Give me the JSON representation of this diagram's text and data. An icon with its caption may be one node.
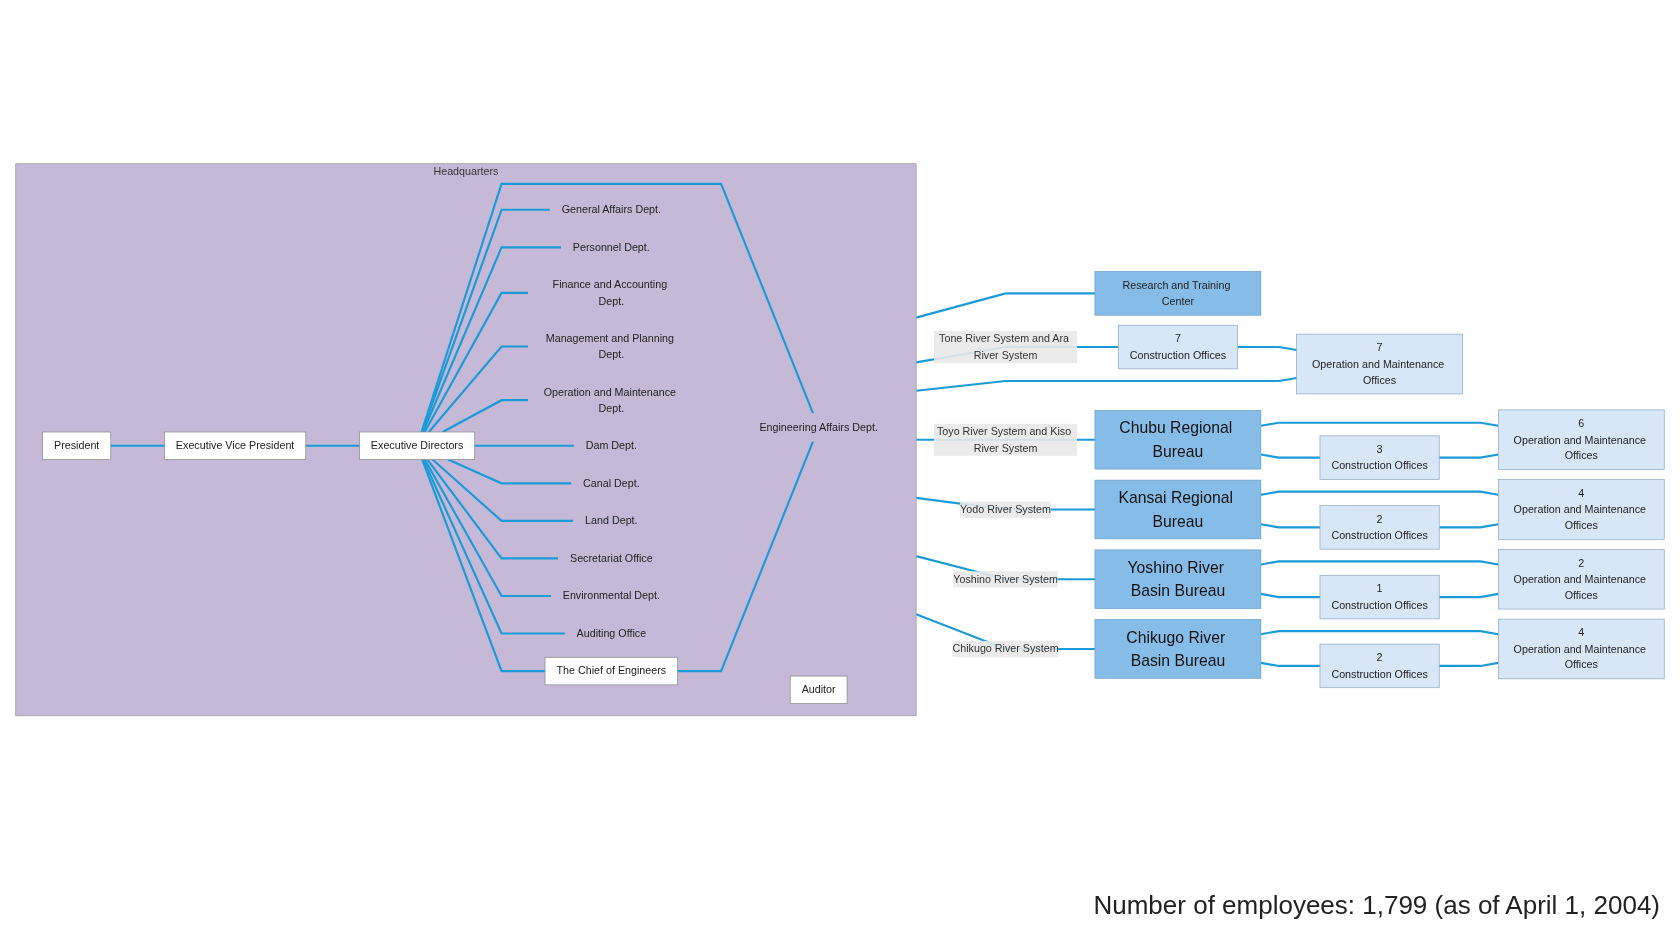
{
  "diagram": {
    "caption": "Number of employees: 1,799 (as of April 1, 2004)",
    "nodes": [
      {
        "text": [
          "Headquarters"
        ]
      },
      {
        "text": [
          "President"
        ],
        "in": 0
      },
      {
        "text": [
          "Auditor"
        ],
        "in": 0
      },
      {
        "text": [
          "Executive Vice President"
        ],
        "in": 0
      },
      {
        "text": [
          "Executive Directors"
        ],
        "in": 0
      },
      {
        "text": [
          "The Chief of Engineers"
        ],
        "in": 0
      },
      {
        "text": [
          "General Affairs Dept."
        ],
        "in": 0
      },
      {
        "text": [
          "Personnel Dept."
        ],
        "in": 0
      },
      {
        "text": [
          "Finance and Accounting Dept."
        ],
        "in": 0
      },
      {
        "text": [
          "Management and Planning Dept."
        ],
        "in": 0
      },
      {
        "text": [
          "Operation and Maintenance Dept."
        ],
        "in": 0
      },
      {
        "text": [
          "Dam Dept."
        ],
        "in": 0
      },
      {
        "text": [
          "Canal Dept."
        ],
        "in": 0
      },
      {
        "text": [
          "Land Dept."
        ],
        "in": 0
      },
      {
        "text": [
          "Secretariat Office"
        ],
        "in": 0
      },
      {
        "text": [
          "Environmental Dept."
        ],
        "in": 0
      },
      {
        "text": [
          "Engineering Affairs Dept."
        ],
        "in": 0
      },
      {
        "text": [
          "Auditing Office"
        ],
        "in": 0
      },
      {
        "text": [
          "Research and Training Center"
        ]
      },
      {
        "text": [
          "7",
          "Construction Offices"
        ]
      },
      {
        "text": [
          "7",
          "Operation and Maintenance Offices"
        ]
      },
      {
        "text": [
          "Chubu Regional Bureau"
        ]
      },
      {
        "text": [
          "3",
          "Construction Offices"
        ]
      },
      {
        "text": [
          "6",
          "Operation and Maintenance Offices"
        ]
      },
      {
        "text": [
          "Kansai Regional Bureau"
        ]
      },
      {
        "text": [
          "2",
          "Construction Offices"
        ]
      },
      {
        "text": [
          "4",
          "Operation and Maintenance Offices"
        ]
      },
      {
        "text": [
          "Yoshino River Basin Bureau"
        ]
      },
      {
        "text": [
          "1",
          "Construction Offices"
        ]
      },
      {
        "text": [
          "2",
          "Operation and Maintenance Offices"
        ]
      },
      {
        "text": [
          "Chikugo River Basin Bureau"
        ]
      },
      {
        "text": [
          "2",
          "Construction Offices"
        ]
      },
      {
        "text": [
          "4",
          "Operation and Maintenance Offices"
        ]
      }
    ],
    "edges": [
      {
        "from": 1,
        "to": 3,
        "arrow": "none"
      },
      {
        "from": 3,
        "to": 4,
        "arrow": "none"
      },
      {
        "from": 4,
        "to": 5,
        "arrow": "none"
      },
      {
        "from": 4,
        "to": 6,
        "arrow": "none"
      },
      {
        "from": 4,
        "to": 7,
        "arrow": "none"
      },
      {
        "from": 4,
        "to": 8,
        "arrow": "none"
      },
      {
        "from": 4,
        "to": 9,
        "arrow": "none"
      },
      {
        "from": 4,
        "to": 10,
        "arrow": "none"
      },
      {
        "from": 4,
        "to": 11,
        "arrow": "none"
      },
      {
        "from": 4,
        "to": 12,
        "arrow": "none"
      },
      {
        "from": 4,
        "to": 13,
        "arrow": "none"
      },
      {
        "from": 4,
        "to": 14,
        "arrow": "none"
      },
      {
        "from": 4,
        "to": 15,
        "arrow": "none"
      },
      {
        "from": 4,
        "to": 16,
        "arrow": "none"
      },
      {
        "from": 4,
        "to": 17,
        "arrow": "none"
      },
      {
        "from": 5,
        "to": 16,
        "arrow": "none"
      },
      {
        "from": 0,
        "to": 18,
        "arrow": "none"
      },
      {
        "from": 0,
        "to": 19,
        "arrow": "none",
        "label": "Tone River System and Ara River System"
      },
      {
        "from": 0,
        "to": 20,
        "arrow": "none"
      },
      {
        "from": 19,
        "to": 20,
        "arrow": "none"
      },
      {
        "from": 0,
        "to": 21,
        "arrow": "none",
        "label": "Toyo River System and Kiso River System"
      },
      {
        "from": 21,
        "to": 22,
        "arrow": "none"
      },
      {
        "from": 21,
        "to": 23,
        "arrow": "none"
      },
      {
        "from": 22,
        "to": 23,
        "arrow": "none"
      },
      {
        "from": 0,
        "to": 24,
        "arrow": "none",
        "label": "Yodo River System"
      },
      {
        "from": 24,
        "to": 25,
        "arrow": "none"
      },
      {
        "from": 24,
        "to": 26,
        "arrow": "none"
      },
      {
        "from": 25,
        "to": 26,
        "arrow": "none"
      },
      {
        "from": 0,
        "to": 27,
        "arrow": "none",
        "label": "Yoshino River System"
      },
      {
        "from": 27,
        "to": 28,
        "arrow": "none"
      },
      {
        "from": 27,
        "to": 29,
        "arrow": "none"
      },
      {
        "from": 28,
        "to": 29,
        "arrow": "none"
      },
      {
        "from": 0,
        "to": 30,
        "arrow": "none",
        "label": "Chikugo River System"
      },
      {
        "from": 30,
        "to": 31,
        "arrow": "none"
      },
      {
        "from": 30,
        "to": 32,
        "arrow": "none"
      },
      {
        "from": 31,
        "to": 32,
        "arrow": "none"
      }
    ]
  }
}
